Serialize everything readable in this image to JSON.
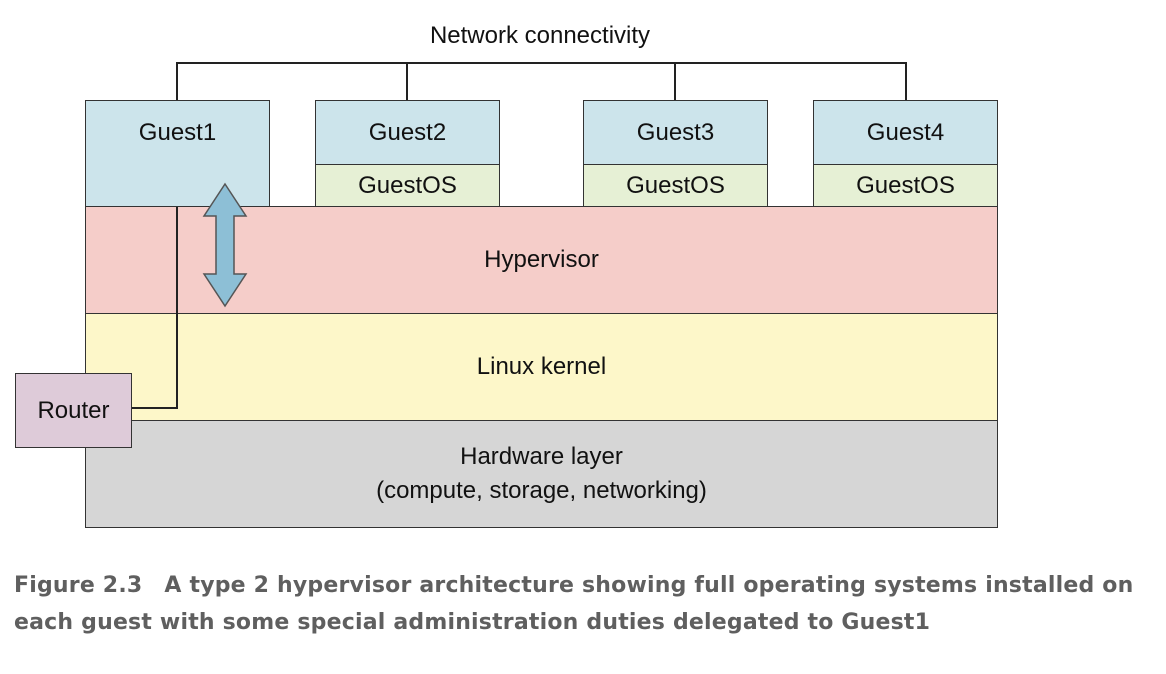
{
  "network_label": "Network connectivity",
  "guests": [
    {
      "name": "Guest1",
      "os": ""
    },
    {
      "name": "Guest2",
      "os": "GuestOS"
    },
    {
      "name": "Guest3",
      "os": "GuestOS"
    },
    {
      "name": "Guest4",
      "os": "GuestOS"
    }
  ],
  "layers": {
    "hypervisor": "Hypervisor",
    "kernel": "Linux kernel",
    "hardware": [
      "Hardware layer",
      "(compute, storage, networking)"
    ]
  },
  "router": "Router",
  "caption": {
    "figure": "Figure 2.3",
    "text": "A type 2 hypervisor architecture showing full operating systems installed on each guest with some special administration duties delegated to Guest1"
  },
  "colors": {
    "guest": "#cce4eb",
    "guest_os": "#e6f0d5",
    "hypervisor": "#f5cdc9",
    "kernel": "#fdf7c9",
    "hardware": "#d6d6d6",
    "router": "#decbd9",
    "arrow": "#8dbfd6"
  }
}
